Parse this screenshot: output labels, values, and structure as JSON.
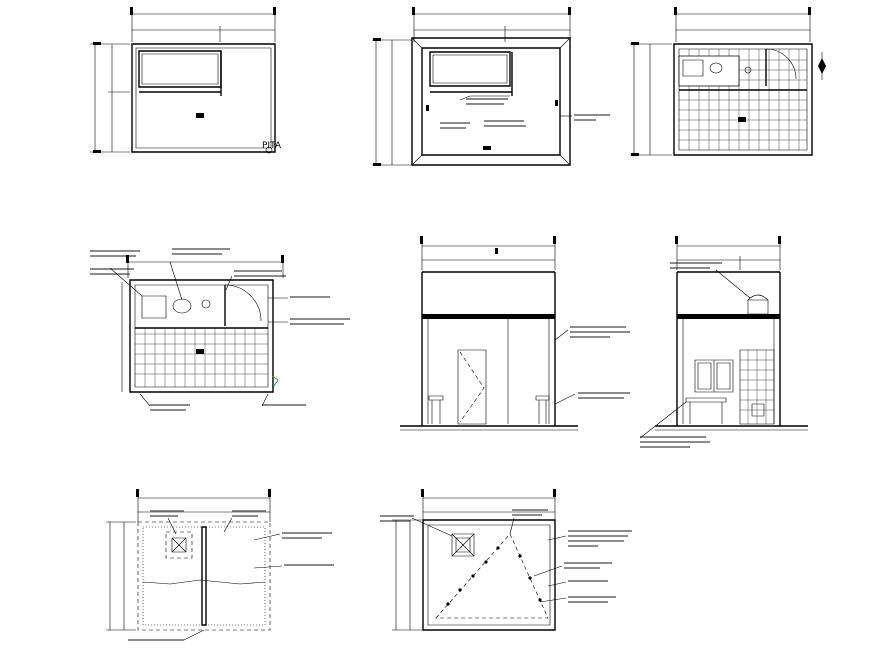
{
  "sheet": {
    "title": "",
    "views": [
      {
        "id": "roof-plan",
        "text": "PITA"
      },
      {
        "id": "roof-structure",
        "text": ""
      },
      {
        "id": "floor-plan-tiled",
        "text": ""
      },
      {
        "id": "floor-plan-detail",
        "text": ""
      },
      {
        "id": "section-a",
        "text": ""
      },
      {
        "id": "section-b",
        "text": ""
      },
      {
        "id": "ceiling-plan-1",
        "text": ""
      },
      {
        "id": "ceiling-plan-2",
        "text": ""
      }
    ]
  },
  "labels": {
    "pita": "PITA"
  },
  "colors": {
    "ink": "#000000",
    "accent": "#2e9a2e",
    "fill_black": "#000000"
  }
}
